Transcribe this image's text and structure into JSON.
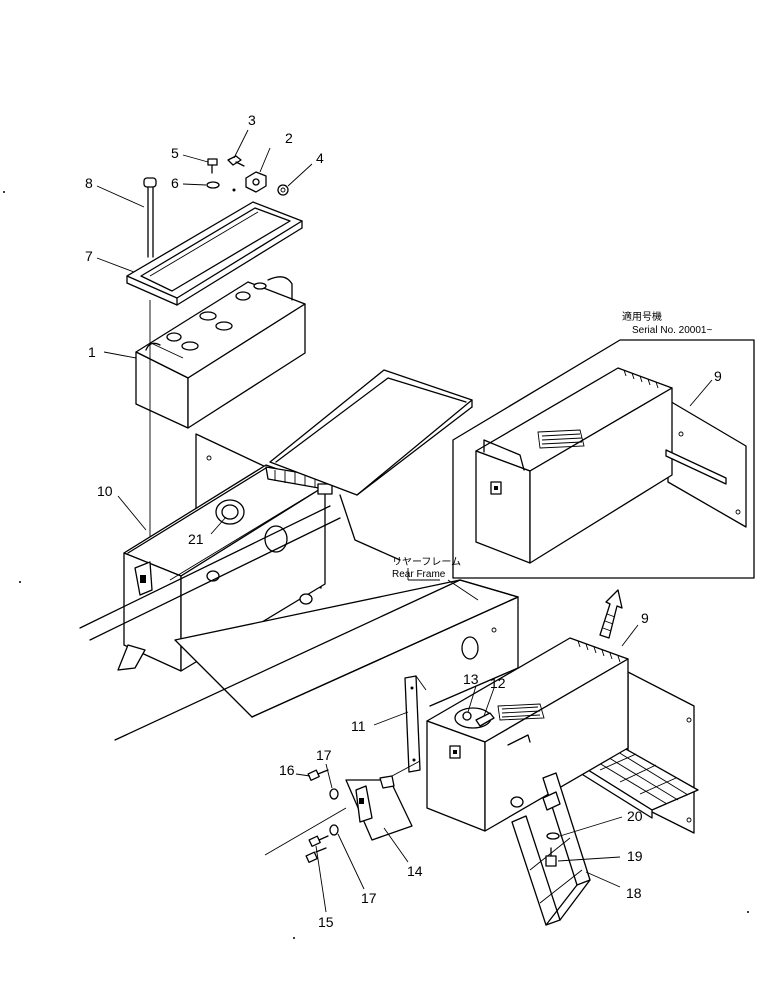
{
  "callouts": {
    "c1": "1",
    "c2": "2",
    "c3": "3",
    "c4": "4",
    "c5": "5",
    "c6": "6",
    "c7": "7",
    "c8": "8",
    "c9a": "9",
    "c9b": "9",
    "c10": "10",
    "c11": "11",
    "c12": "12",
    "c13": "13",
    "c14": "14",
    "c15": "15",
    "c16": "16",
    "c17a": "17",
    "c17b": "17",
    "c18": "18",
    "c19": "19",
    "c20": "20",
    "c21": "21"
  },
  "labels": {
    "serial_jp": "適用号機",
    "serial_no": "Serial No. 20001~",
    "rear_frame_jp": "リヤーフレーム",
    "rear_frame_en": "Rear Frame"
  }
}
